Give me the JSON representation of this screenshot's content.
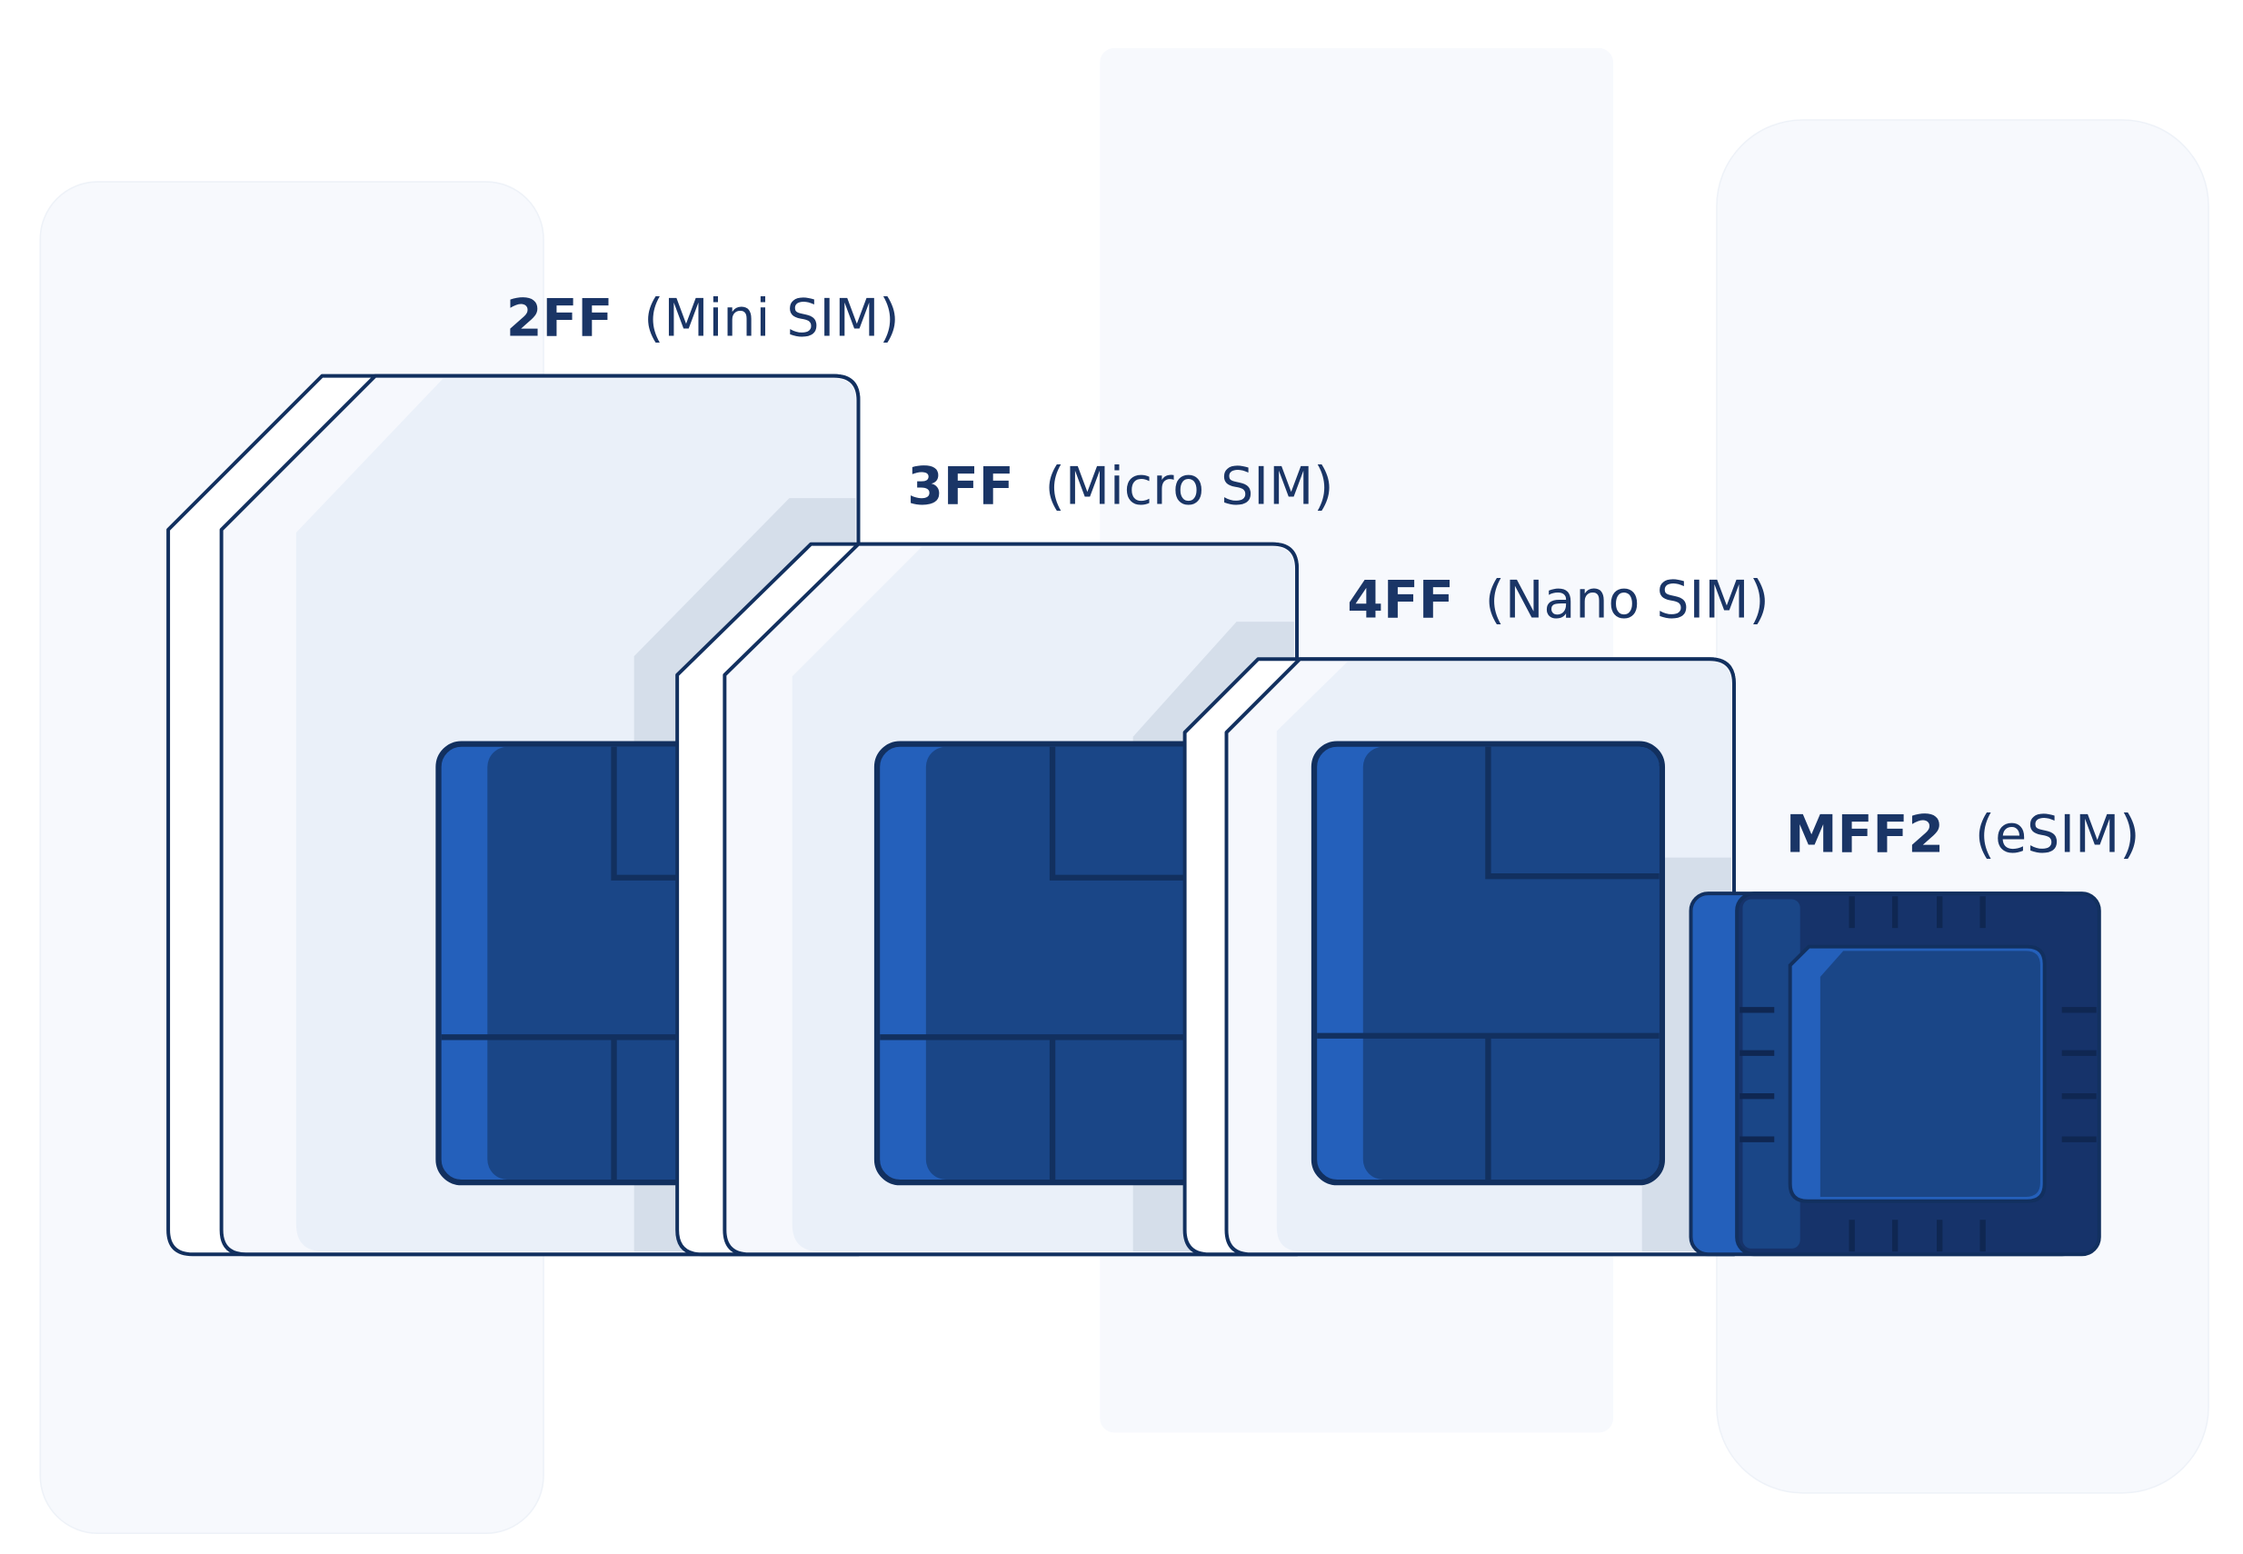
{
  "colors": {
    "outline": "#12305f",
    "card_outer": "#ffffff",
    "card_inner": "#f5f8fd",
    "card_face": "#eaf0f9",
    "card_shadow": "#d5deea",
    "chip_light": "#2460bb",
    "chip_dark": "#1a4687",
    "chip_line": "#12305f",
    "esim_body": "#16336a",
    "background_panels": "#f7f9fd"
  },
  "sim_cards": [
    {
      "code": "2FF",
      "name": "(Mini SIM)"
    },
    {
      "code": "3FF",
      "name": "(Micro SIM)"
    },
    {
      "code": "4FF",
      "name": "(Nano SIM)"
    },
    {
      "code": "MFF2",
      "name": "(eSIM)"
    }
  ]
}
